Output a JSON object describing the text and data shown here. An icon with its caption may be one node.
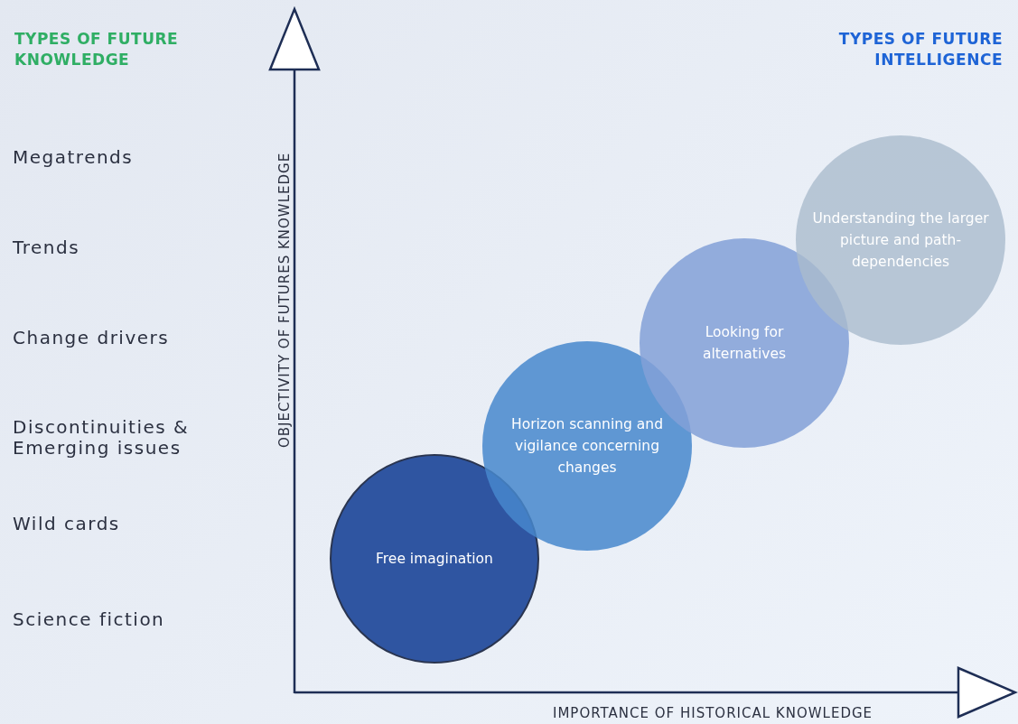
{
  "diagram": {
    "nodes": [
      {
        "text": [
          "Free imagination"
        ]
      },
      {
        "text": [
          "Horizon scanning and vigilance concerning changes"
        ]
      },
      {
        "text": [
          "Looking for alternatives"
        ]
      },
      {
        "text": [
          "Understanding the larger picture and path-dependencies"
        ]
      }
    ],
    "labels": [
      "TYPES OF FUTURE KNOWLEDGE",
      "TYPES OF FUTURE INTELLIGENCE",
      "Megatrends",
      "Trends",
      "Change drivers",
      "Discontinuities & Emerging issues",
      "Wild cards",
      "Science fiction",
      "OBJECTIVITY OF FUTURES KNOWLEDGE",
      "IMPORTANCE OF HISTORICAL KNOWLEDGE"
    ]
  }
}
